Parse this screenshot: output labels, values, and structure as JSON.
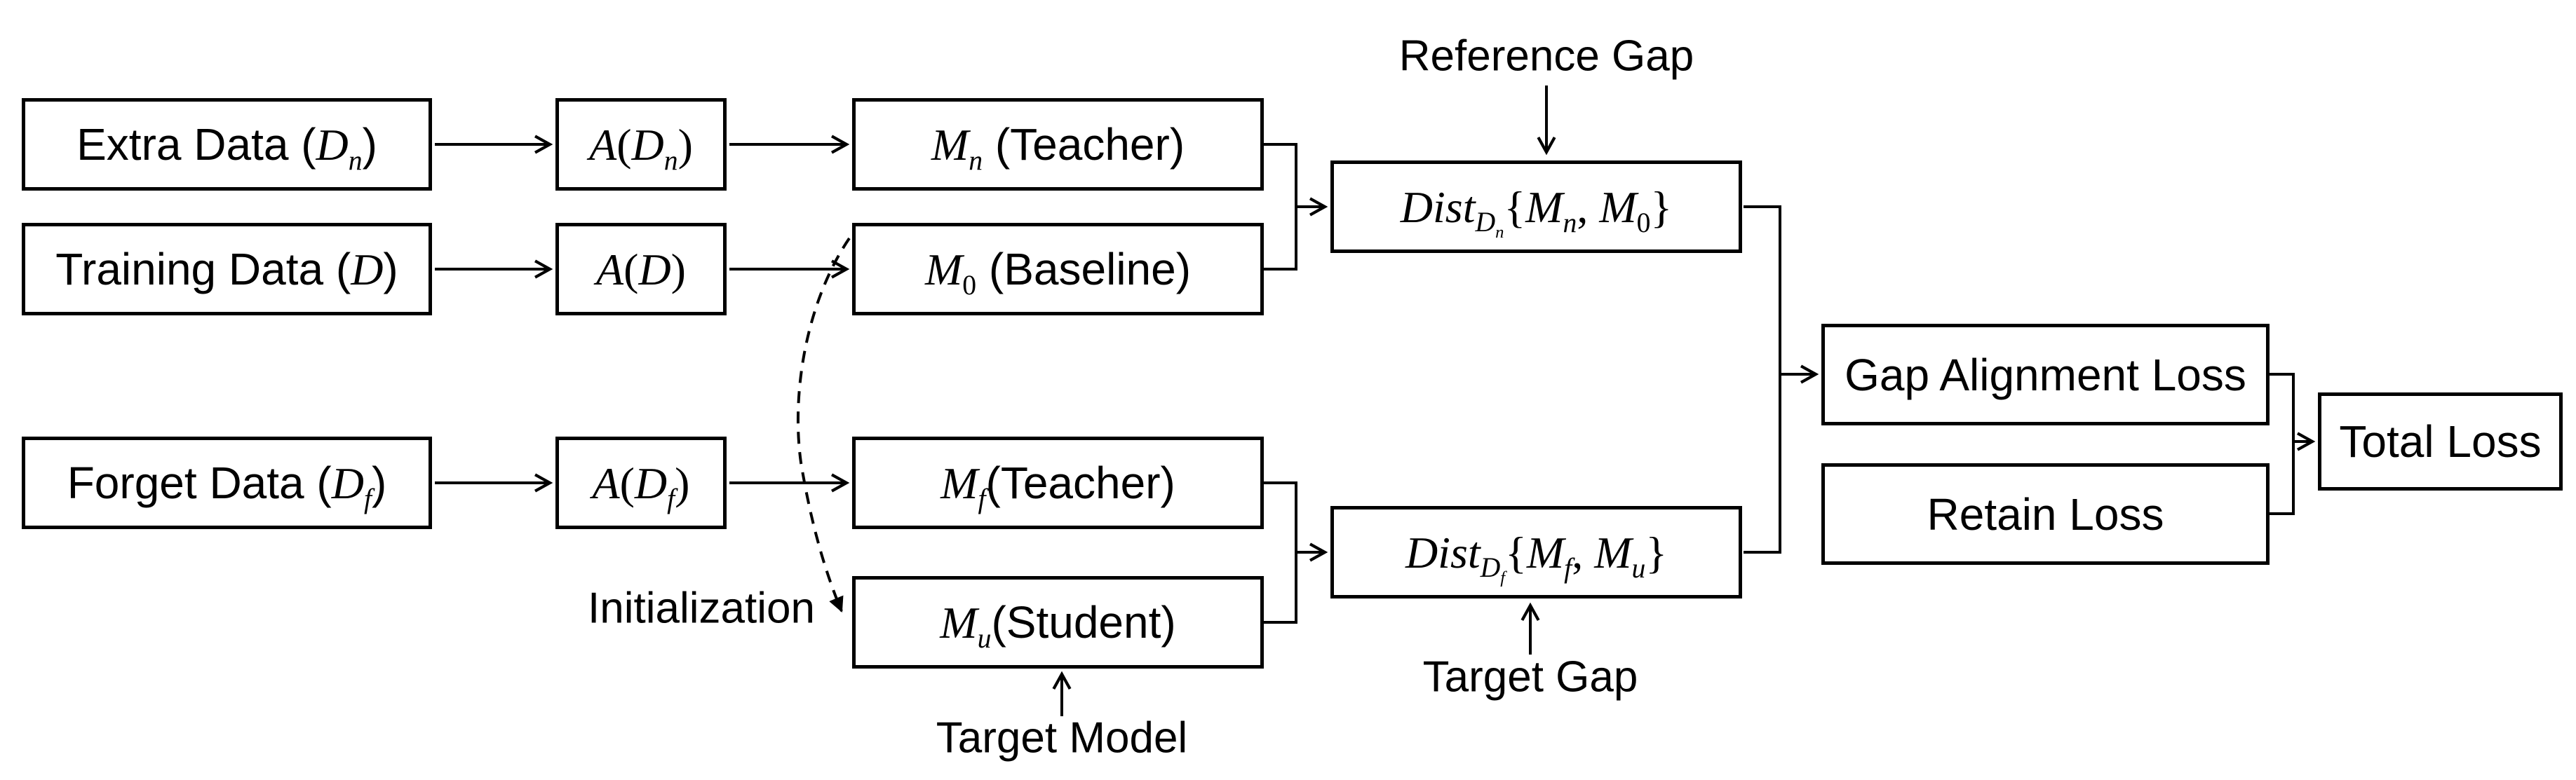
{
  "app": {
    "type": "flow-diagram",
    "background": "#ffffff",
    "line_color": "#000000",
    "text_color": "#000000"
  },
  "nodes": {
    "extra_data": {
      "parts": [
        {
          "t": "Extra Data ("
        },
        {
          "t": "D",
          "mi": 1
        },
        {
          "t": "n",
          "mi": 1,
          "sub": 1
        },
        {
          "t": ")"
        }
      ]
    },
    "training_data": {
      "parts": [
        {
          "t": "Training Data ("
        },
        {
          "t": "D",
          "mi": 1
        },
        {
          "t": ")"
        }
      ]
    },
    "forget_data": {
      "parts": [
        {
          "t": "Forget Data ("
        },
        {
          "t": "D",
          "mi": 1
        },
        {
          "t": "f",
          "mi": 1,
          "sub": 1
        },
        {
          "t": ")"
        }
      ]
    },
    "aug_n": {
      "parts": [
        {
          "t": "A",
          "mi": 1
        },
        {
          "t": "(",
          "mr": 1
        },
        {
          "t": "D",
          "mi": 1
        },
        {
          "t": "n",
          "mi": 1,
          "sub": 1
        },
        {
          "t": ")",
          "mr": 1
        }
      ]
    },
    "aug_d": {
      "parts": [
        {
          "t": "A",
          "mi": 1
        },
        {
          "t": "(",
          "mr": 1
        },
        {
          "t": "D",
          "mi": 1
        },
        {
          "t": ")",
          "mr": 1
        }
      ]
    },
    "aug_f": {
      "parts": [
        {
          "t": "A",
          "mi": 1
        },
        {
          "t": "(",
          "mr": 1
        },
        {
          "t": "D",
          "mi": 1
        },
        {
          "t": "f",
          "mi": 1,
          "sub": 1
        },
        {
          "t": ")",
          "mr": 1
        }
      ]
    },
    "model_n": {
      "parts": [
        {
          "t": "M",
          "mi": 1
        },
        {
          "t": "n",
          "mi": 1,
          "sub": 1
        },
        {
          "t": " (Teacher)"
        }
      ]
    },
    "model_0": {
      "parts": [
        {
          "t": "M",
          "mi": 1
        },
        {
          "t": "0",
          "mr": 1,
          "sub": 1
        },
        {
          "t": " (Baseline)"
        }
      ]
    },
    "model_f": {
      "parts": [
        {
          "t": "M",
          "mi": 1
        },
        {
          "t": "f",
          "mi": 1,
          "sub": 1
        },
        {
          "t": "(Teacher)"
        }
      ]
    },
    "model_u": {
      "parts": [
        {
          "t": "M",
          "mi": 1
        },
        {
          "t": "u",
          "mi": 1,
          "sub": 1
        },
        {
          "t": "(Student)"
        }
      ]
    },
    "dist_ref": {
      "parts": [
        {
          "t": "Dist",
          "mi": 1
        },
        {
          "sub": 1,
          "parts": [
            {
              "t": "D",
              "mi": 1
            },
            {
              "t": "n",
              "mi": 1,
              "sub": 1
            }
          ]
        },
        {
          "t": "{",
          "mr": 1
        },
        {
          "t": "M",
          "mi": 1
        },
        {
          "t": "n",
          "mi": 1,
          "sub": 1
        },
        {
          "t": ", ",
          "mr": 1
        },
        {
          "t": "M",
          "mi": 1
        },
        {
          "t": "0",
          "mr": 1,
          "sub": 1
        },
        {
          "t": "}",
          "mr": 1
        }
      ]
    },
    "dist_tgt": {
      "parts": [
        {
          "t": "Dist",
          "mi": 1
        },
        {
          "sub": 1,
          "parts": [
            {
              "t": "D",
              "mi": 1
            },
            {
              "t": "f",
              "mi": 1,
              "sub": 1
            }
          ]
        },
        {
          "t": "{",
          "mr": 1
        },
        {
          "t": "M",
          "mi": 1
        },
        {
          "t": "f",
          "mi": 1,
          "sub": 1
        },
        {
          "t": ", ",
          "mr": 1
        },
        {
          "t": "M",
          "mi": 1
        },
        {
          "t": "u",
          "mi": 1,
          "sub": 1
        },
        {
          "t": "}",
          "mr": 1
        }
      ]
    },
    "gap_loss": {
      "label": "Gap Alignment Loss"
    },
    "retain_loss": {
      "label": "Retain Loss"
    },
    "total_loss": {
      "label": "Total Loss"
    }
  },
  "annotations": {
    "reference_gap": "Reference Gap",
    "target_gap": "Target Gap",
    "target_model": "Target Model",
    "initialization": "Initialization"
  }
}
